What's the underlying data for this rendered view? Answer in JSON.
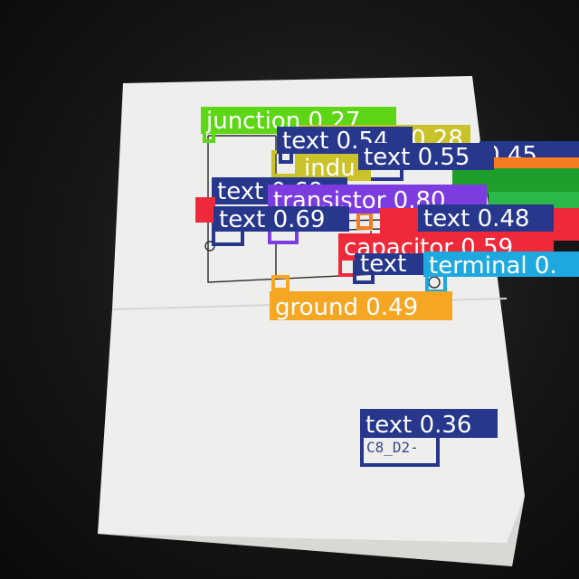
{
  "image": {
    "description_free": true
  },
  "detections": [
    {
      "label": "junction 0.27",
      "color": "#5cd615"
    },
    {
      "label": "text 0.54",
      "color": "#27378c"
    },
    {
      "label": "0.28",
      "color": "#c9c22a"
    },
    {
      "label": "indu",
      "color": "#c9c22a"
    },
    {
      "label": "text 0.55",
      "color": "#27378c"
    },
    {
      "label": "0.45",
      "color": "#27378c"
    },
    {
      "label": "text 0.69",
      "color": "#27378c"
    },
    {
      "label": "transistor 0.80",
      "color": "#7c3ce0"
    },
    {
      "label": "text 0.69",
      "color": "#27378c"
    },
    {
      "label": "text 0.48",
      "color": "#27378c"
    },
    {
      "label": "capacitor 0.59",
      "color": "#ee2a3a"
    },
    {
      "label": "terminal 0.",
      "color": "#1ea8e0"
    },
    {
      "label": "text",
      "color": "#27378c"
    },
    {
      "label": "ground 0.49",
      "color": "#f5a623"
    },
    {
      "label": "text 0.36",
      "color": "#27378c"
    }
  ],
  "paper_note": "C8_D2-"
}
